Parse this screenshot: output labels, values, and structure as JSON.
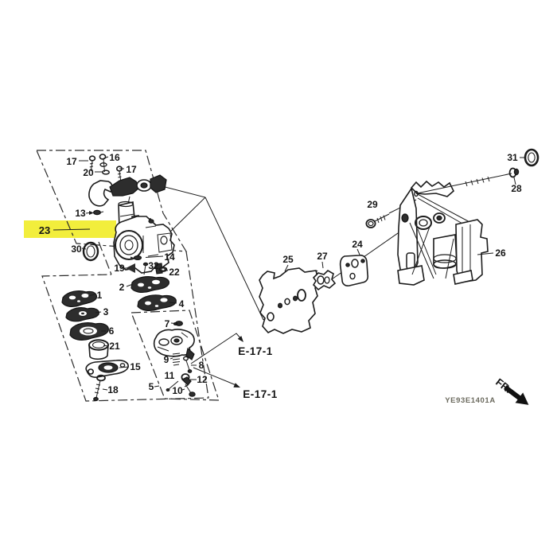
{
  "diagram": {
    "drawing_code": "YE93E1401A",
    "front_indicator": "FR.",
    "reference_links": [
      {
        "label": "E-17-1"
      },
      {
        "label": "E-17-1"
      }
    ],
    "highlight": {
      "selected_part": "23",
      "color": "#f2ee3c"
    },
    "line_color": "#1c1c1c",
    "parts": {
      "p1": {
        "num": "1"
      },
      "p2": {
        "num": "2"
      },
      "p3": {
        "num": "3"
      },
      "p4": {
        "num": "4"
      },
      "p5": {
        "num": "5"
      },
      "p6": {
        "num": "6"
      },
      "p7": {
        "num": "7"
      },
      "p8": {
        "num": "8"
      },
      "p9": {
        "num": "9"
      },
      "p10": {
        "num": "10"
      },
      "p11": {
        "num": "11"
      },
      "p12": {
        "num": "12"
      },
      "p13": {
        "num": "13"
      },
      "p14": {
        "num": "14"
      },
      "p15": {
        "num": "15"
      },
      "p16": {
        "num": "16"
      },
      "p17a": {
        "num": "17"
      },
      "p17b": {
        "num": "17"
      },
      "p18": {
        "num": "18"
      },
      "p19": {
        "num": "19"
      },
      "p20": {
        "num": "20"
      },
      "p21": {
        "num": "21"
      },
      "p22": {
        "num": "22"
      },
      "p23": {
        "num": "23"
      },
      "p24": {
        "num": "24"
      },
      "p25": {
        "num": "25"
      },
      "p26": {
        "num": "26"
      },
      "p27": {
        "num": "27"
      },
      "p28": {
        "num": "28"
      },
      "p29": {
        "num": "29"
      },
      "p30": {
        "num": "30"
      },
      "p31": {
        "num": "31"
      },
      "p32": {
        "num": "32"
      }
    }
  }
}
